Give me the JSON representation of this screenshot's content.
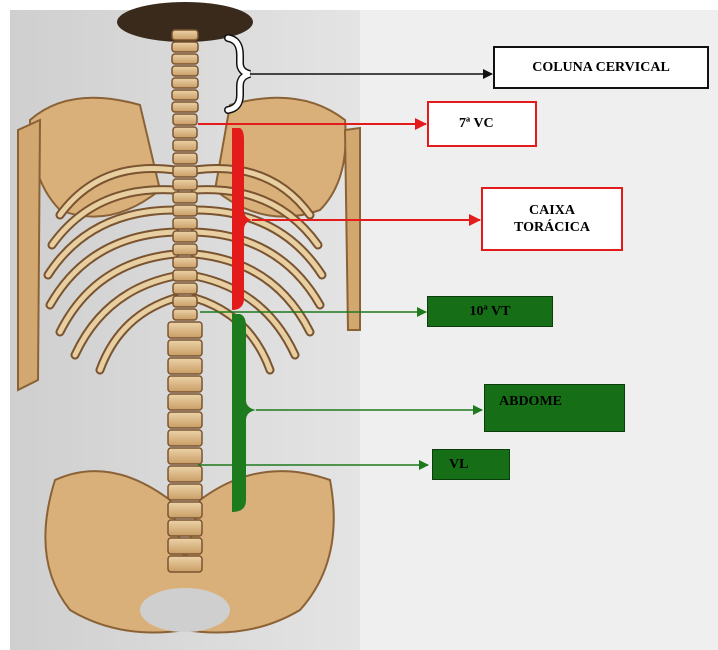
{
  "colors": {
    "cervical": "#111111",
    "thoracic": "#e31b1b",
    "abdominal": "#1d7a1d",
    "green_box": "#166f16",
    "bone": "#d8b98a",
    "bone_dark": "#8a6236"
  },
  "labels": {
    "cervical": "COLUNA CERVICAL",
    "c7": "7ª VC",
    "thorax": "CAIXA TORÁCICA",
    "t10": "10ª VT",
    "abdomen": "ABDOME",
    "lumbar": "VL"
  },
  "image": {
    "icon": "skeleton-back-view-icon"
  }
}
